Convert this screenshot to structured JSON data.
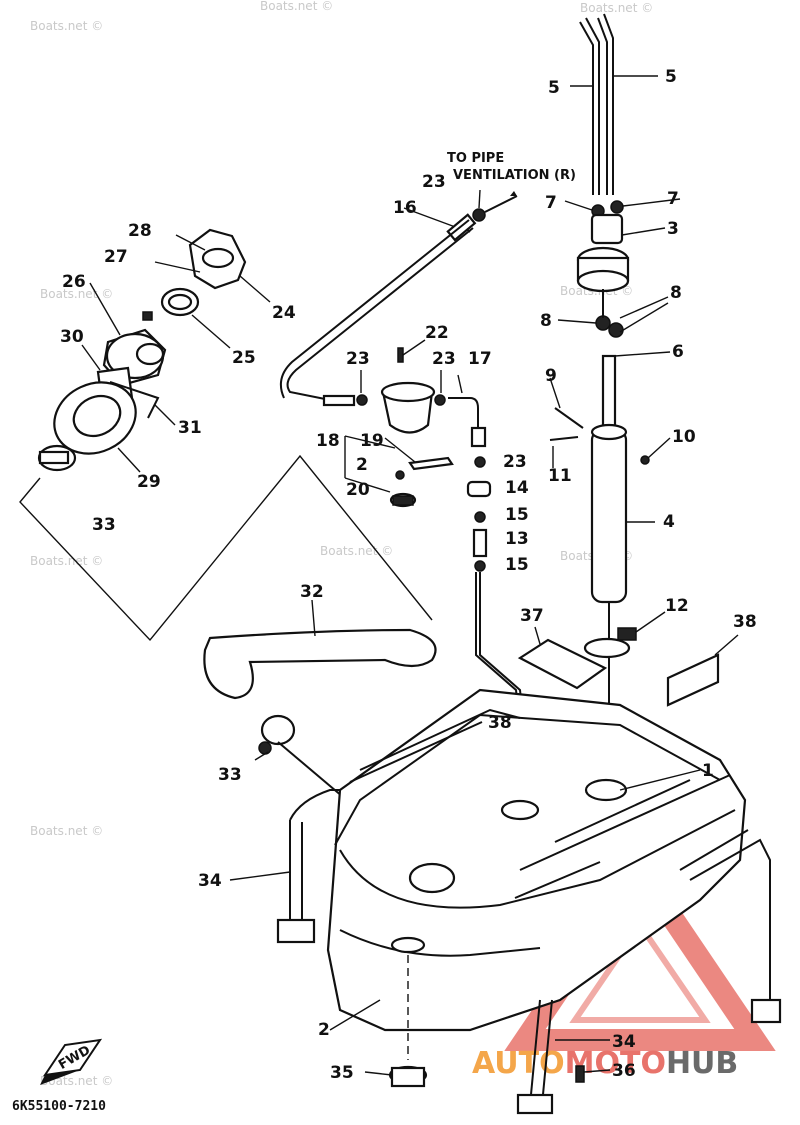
{
  "watermark": "Boats.net ©",
  "note_lines": [
    "TO PIPE",
    "VENTILATION (R)"
  ],
  "diagram_code": "6K55100-7210",
  "fwd_label": "FWD",
  "logo": {
    "part1": "AUTO",
    "part2": "MOTO",
    "part3": "HUB",
    "colors": [
      "#f4a64a",
      "#e8736b",
      "#6a6a6a"
    ]
  },
  "callouts": {
    "c5a": "5",
    "c5b": "5",
    "c7a": "7",
    "c7b": "7",
    "c3": "3",
    "c8a": "8",
    "c8b": "8",
    "c6": "6",
    "c9": "9",
    "c10": "10",
    "c11": "11",
    "c4": "4",
    "c12": "12",
    "c37": "37",
    "c38a": "38",
    "c38b": "38",
    "c16": "16",
    "c23a": "23",
    "c23b": "23",
    "c23c": "23",
    "c23d": "23",
    "c22": "22",
    "c17": "17",
    "c18": "18",
    "c19": "19",
    "c2a": "2",
    "c2b": "2",
    "c20": "20",
    "c14": "14",
    "c15a": "15",
    "c15b": "15",
    "c13": "13",
    "c28": "28",
    "c27": "27",
    "c26": "26",
    "c24": "24",
    "c25": "25",
    "c30": "30",
    "c31": "31",
    "c29": "29",
    "c33a": "33",
    "c33b": "33",
    "c32": "32",
    "c34a": "34",
    "c34b": "34",
    "c35": "35",
    "c36": "36",
    "c1": "1"
  }
}
